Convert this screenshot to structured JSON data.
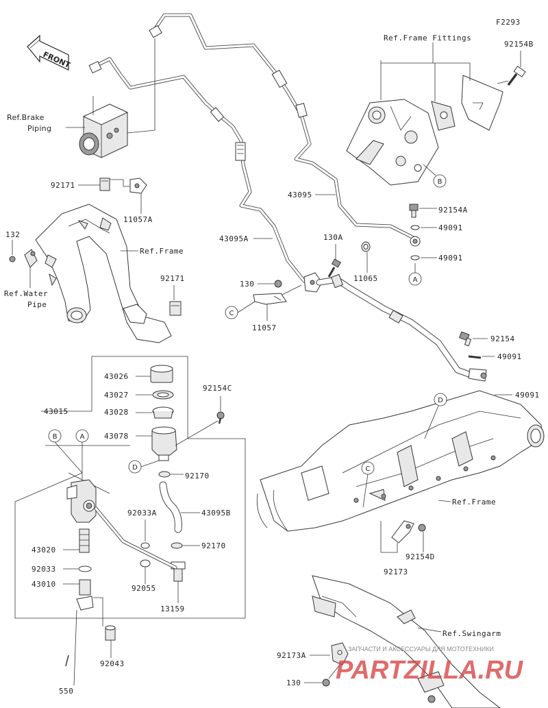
{
  "diagram": {
    "code": "F2293",
    "front_label": "FRONT",
    "references": {
      "frame_fittings": "Ref.Frame Fittings",
      "brake_piping_1": "Ref.Brake",
      "brake_piping_2": "Piping",
      "frame_top": "Ref.Frame",
      "water_pipe_1": "Ref.Water",
      "water_pipe_2": "Pipe",
      "frame_bottom": "Ref.Frame",
      "swingarm": "Ref.Swingarm"
    },
    "callouts": {
      "p92154B": "92154B",
      "p92171_a": "92171",
      "p11057A": "11057A",
      "p132": "132",
      "p92171_b": "92171",
      "p43095": "43095",
      "p92154A": "92154A",
      "p49091_a": "49091",
      "p49091_b": "49091",
      "p43095A": "43095A",
      "p130A": "130A",
      "p11065": "11065",
      "p130": "130",
      "p11057": "11057",
      "p92154": "92154",
      "p49091_c": "49091",
      "p49091_d": "49091",
      "p43026": "43026",
      "p43027": "43027",
      "p43028": "43028",
      "p43078": "43078",
      "p43015": "43015",
      "p92154C": "92154C",
      "p92170_a": "92170",
      "p92033A": "92033A",
      "p43095B": "43095B",
      "p92170_b": "92170",
      "p43020": "43020",
      "p92033": "92033",
      "p43010": "43010",
      "p92055": "92055",
      "p13159": "13159",
      "p92043": "92043",
      "p550": "550",
      "p92173": "92173",
      "p92154D": "92154D",
      "p92173A": "92173A",
      "p130_b": "130"
    },
    "markers": {
      "A": "A",
      "B": "B",
      "C": "C",
      "D": "D"
    },
    "watermark": {
      "tagline": "ЗАПЧАСТИ И АКСЕССУАРЫ ДЛЯ МОТОТЕХНИКИ",
      "brand": "PARTZILLA.RU"
    }
  }
}
